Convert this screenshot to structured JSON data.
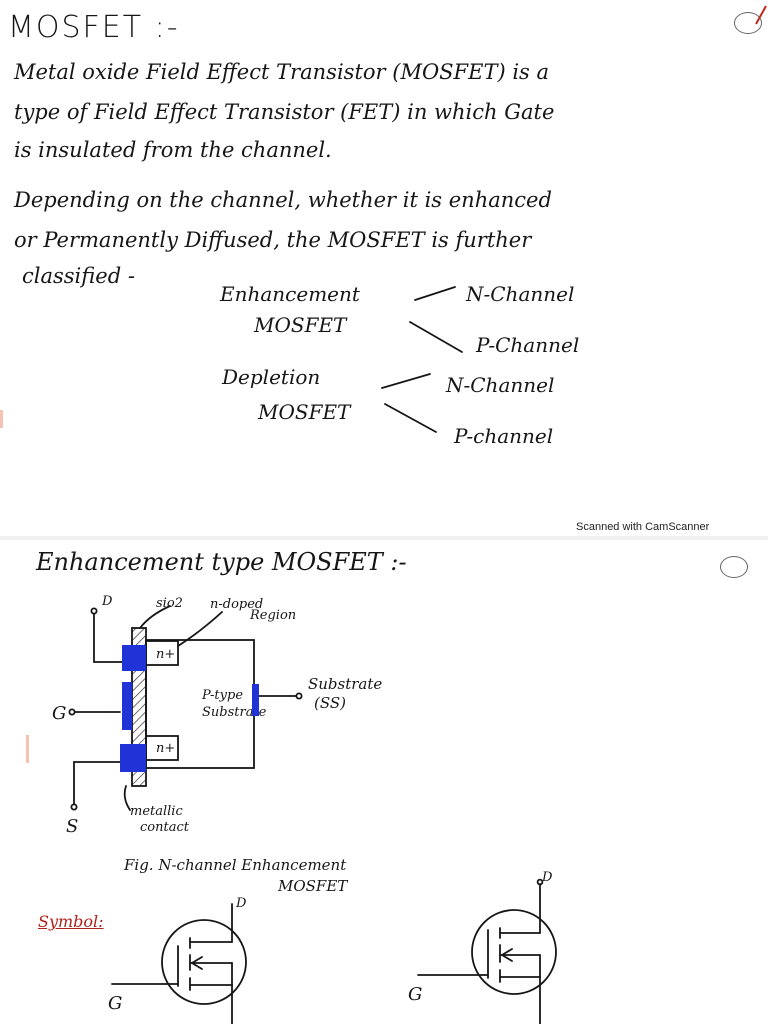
{
  "page1": {
    "title": "MOSFET :-",
    "def_lines": [
      "Metal oxide Field Effect Transistor (MOSFET) is a",
      "type of Field Effect Transistor (FET) in which Gate",
      "is insulated from the channel."
    ],
    "dep_lines": [
      "Depending on the channel, whether it is enhanced",
      "or Permanently Diffused, the MOSFET is further",
      "classified -"
    ],
    "classification": {
      "enh_line1": "Enhancement",
      "enh_line2": "MOSFET",
      "dep_line1": "Depletion",
      "dep_line2": "MOSFET",
      "enh_n": "N-Channel",
      "enh_p": "P-Channel",
      "dep_n": "N-Channel",
      "dep_p": "P-channel"
    },
    "scanner_note": "Scanned with CamScanner"
  },
  "page2": {
    "title": "Enhancement type MOSFET :-",
    "diagram": {
      "d": "D",
      "g": "G",
      "s": "S",
      "sio2": "sio2",
      "ndoped_1": "n-doped",
      "ndoped_2": "Region",
      "nplus_top": "n+",
      "nplus_bottom": "n+",
      "ptype_1": "P-type",
      "ptype_2": "Substrate",
      "substrate_1": "Substrate",
      "substrate_2": "(SS)",
      "metal_1": "metallic",
      "metal_2": "contact"
    },
    "caption_1": "Fig. N-channel Enhancement",
    "caption_2": "MOSFET",
    "symbol_label": "Symbol:",
    "sym1": {
      "d": "D",
      "g": "G"
    },
    "sym2": {
      "d": "D",
      "g": "G"
    }
  },
  "colors": {
    "ink": "#161616",
    "blue": "#1f33d6",
    "paper": "#ffffff"
  }
}
